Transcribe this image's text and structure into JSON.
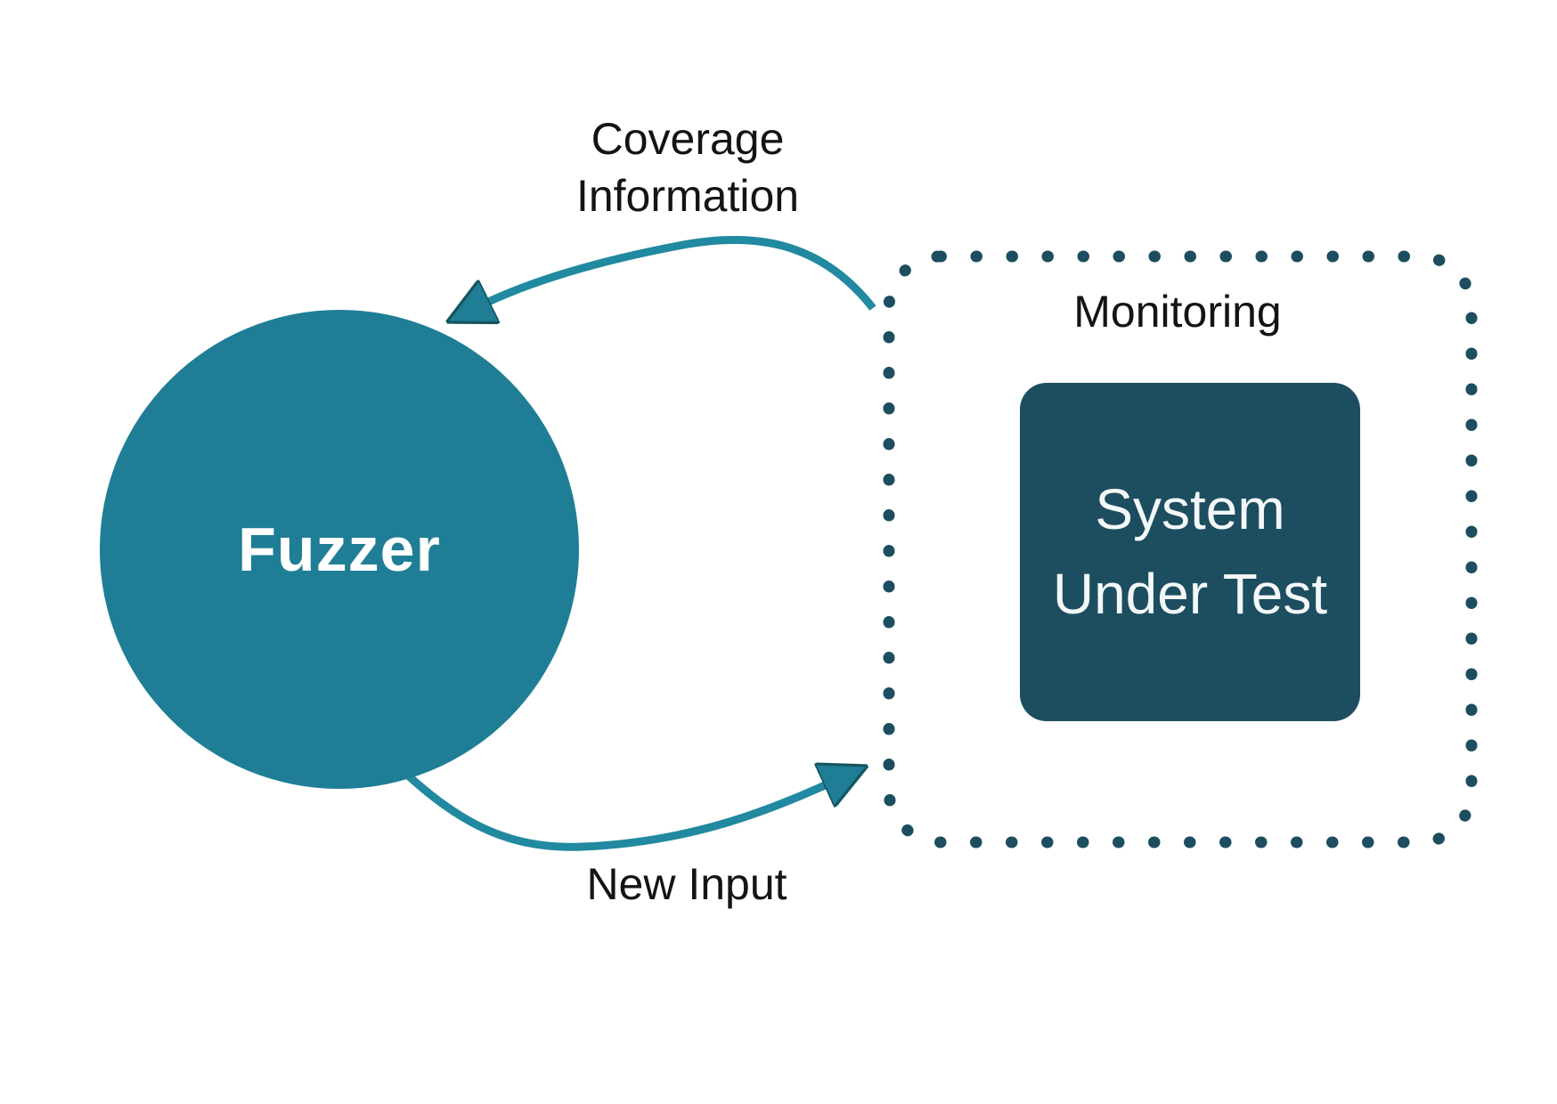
{
  "fuzzer": {
    "label": "Fuzzer"
  },
  "monitoring": {
    "label": "Monitoring"
  },
  "system_under_test": {
    "line1": "System",
    "line2": "Under Test"
  },
  "coverage_arrow": {
    "label_line1": "Coverage",
    "label_line2": "Information"
  },
  "new_input_arrow": {
    "label": "New Input"
  },
  "colors": {
    "background": "#ffffff",
    "fuzzer_circle": "#1f7e95",
    "sut_box": "#1c4e5f",
    "dotted_border": "#1c4e5f",
    "arrow": "#2189a0",
    "arrowhead_fill": "#1f7e95",
    "arrowhead_outline": "#14555f",
    "label_text": "#141414",
    "node_text": "#f4f8f8"
  }
}
